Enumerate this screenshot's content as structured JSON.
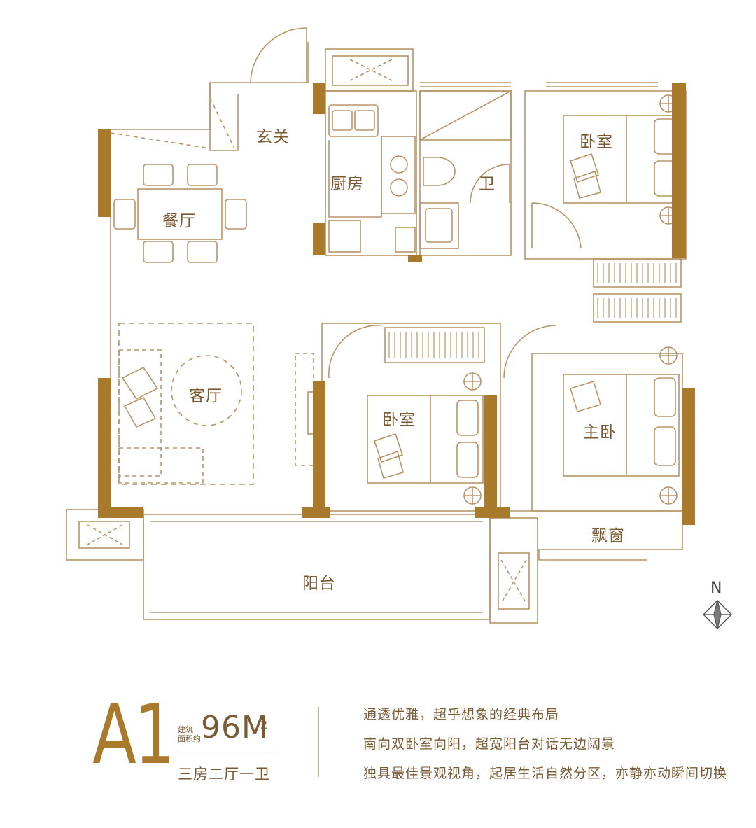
{
  "plan": {
    "rooms": {
      "entrance": "玄关",
      "dining": "餐厅",
      "kitchen": "厨房",
      "bathroom": "卫",
      "bedroom_ne": "卧室",
      "living": "客厅",
      "bedroom_s": "卧室",
      "master": "主卧",
      "bay_window": "飘窗",
      "balcony": "阳台"
    },
    "compass": "N"
  },
  "info": {
    "model": "A1",
    "area_caption_1": "建筑",
    "area_caption_2": "面积约",
    "area_value": "96M",
    "area_unit_sup": "2",
    "layout_type": "三房二厅一卫",
    "descriptions": [
      "通透优雅，超乎想象的经典布局",
      "南向双卧室向阳，超宽阳台对话无边阔景",
      "独具最佳景观视角，起居生活自然分区，亦静亦动瞬间切换"
    ]
  },
  "colors": {
    "wall": "#a97a2c",
    "line": "#b89568",
    "text": "#7a5a32"
  }
}
